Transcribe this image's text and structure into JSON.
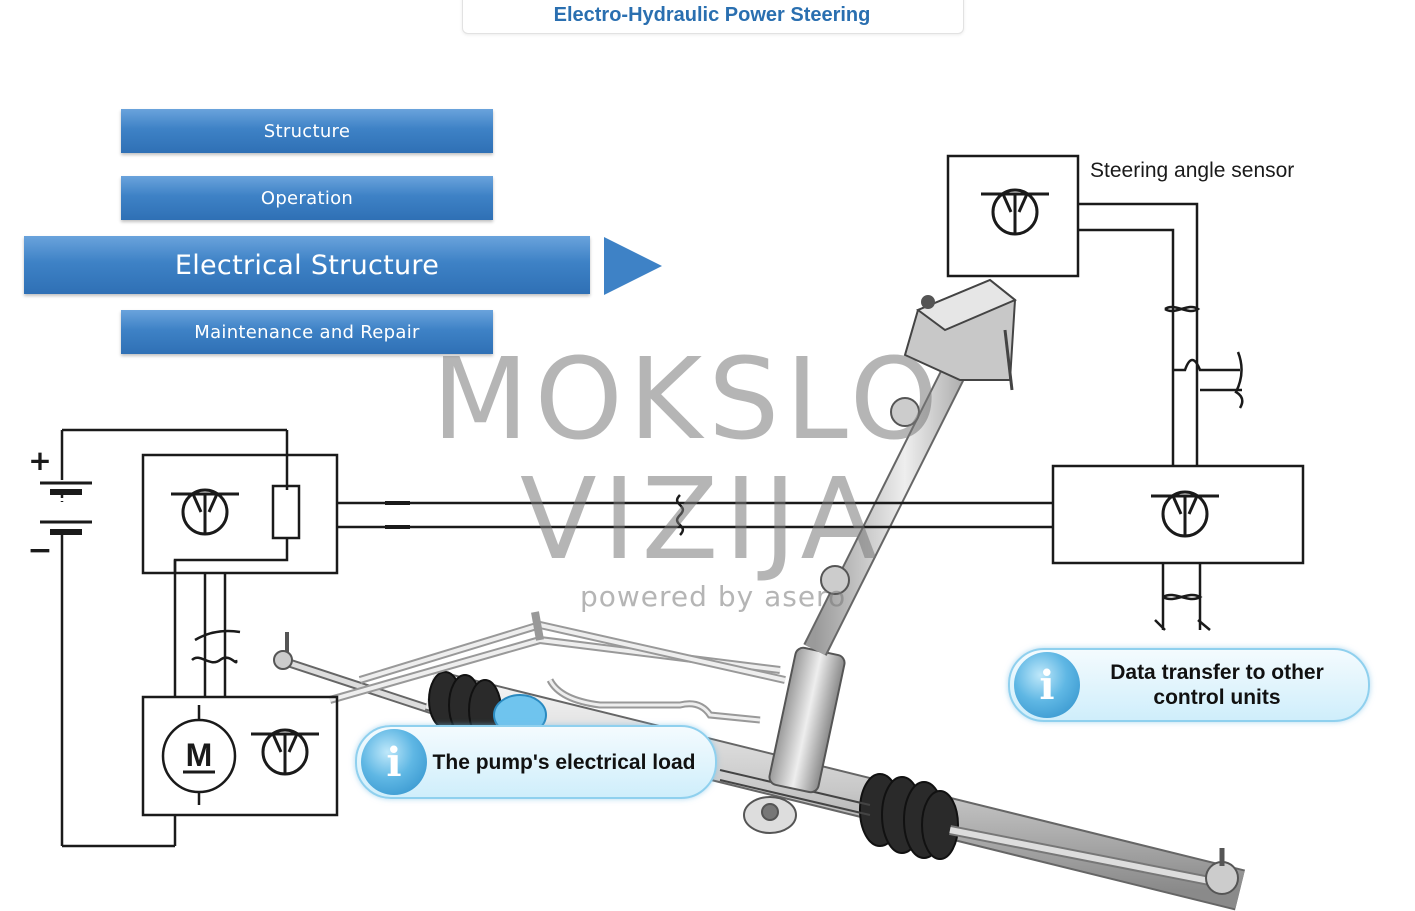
{
  "header": {
    "title": "Electro-Hydraulic Power Steering"
  },
  "menu": {
    "items": [
      {
        "label": "Structure"
      },
      {
        "label": "Operation"
      },
      {
        "label": "Electrical Structure"
      },
      {
        "label": "Maintenance and Repair"
      }
    ],
    "active_index": 2
  },
  "diagram": {
    "sensor_label": "Steering angle sensor",
    "motor_label": "M",
    "battery_plus": "+",
    "battery_minus": "−"
  },
  "info": {
    "pump_load": "The pump's electrical load",
    "data_transfer": "Data transfer to other control units",
    "icon_glyph": "i"
  },
  "watermark": {
    "line1": "MOKSLO",
    "line2": "VIZIJA",
    "line3": "powered by asero"
  },
  "colors": {
    "accent": "#3e82c6",
    "title": "#2a6fb0",
    "info_border": "#8fd0ee"
  }
}
